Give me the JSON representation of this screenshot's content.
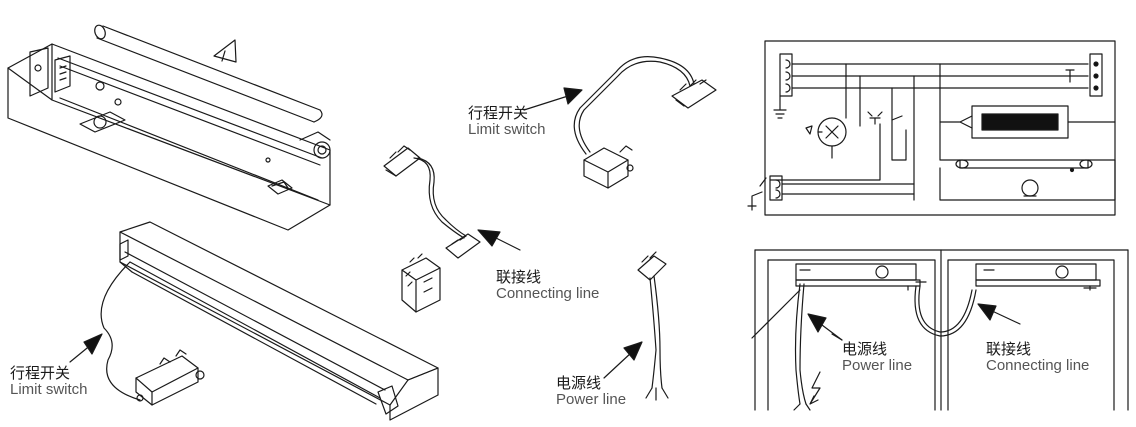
{
  "labels": {
    "limit_switch_top": {
      "zh": "行程开关",
      "en": "Limit switch"
    },
    "limit_switch_bottom": {
      "zh": "行程开关",
      "en": "Limit switch"
    },
    "connecting_line_mid": {
      "zh": "联接线",
      "en": "Connecting line"
    },
    "power_line_mid": {
      "zh": "电源线",
      "en": "Power line"
    },
    "power_line_right": {
      "zh": "电源线",
      "en": "Power line"
    },
    "connecting_line_right": {
      "zh": "联接线",
      "en": "Connecting line"
    }
  },
  "colors": {
    "line": "#1a1a1a",
    "fill_dark": "#111111",
    "fill_light": "#ffffff"
  },
  "icons": [
    "lamp-fixture-exploded",
    "lamp-fixture-assembled",
    "limit-switch",
    "connecting-cable",
    "power-cable",
    "wiring-schematic",
    "cabinet-installation"
  ]
}
